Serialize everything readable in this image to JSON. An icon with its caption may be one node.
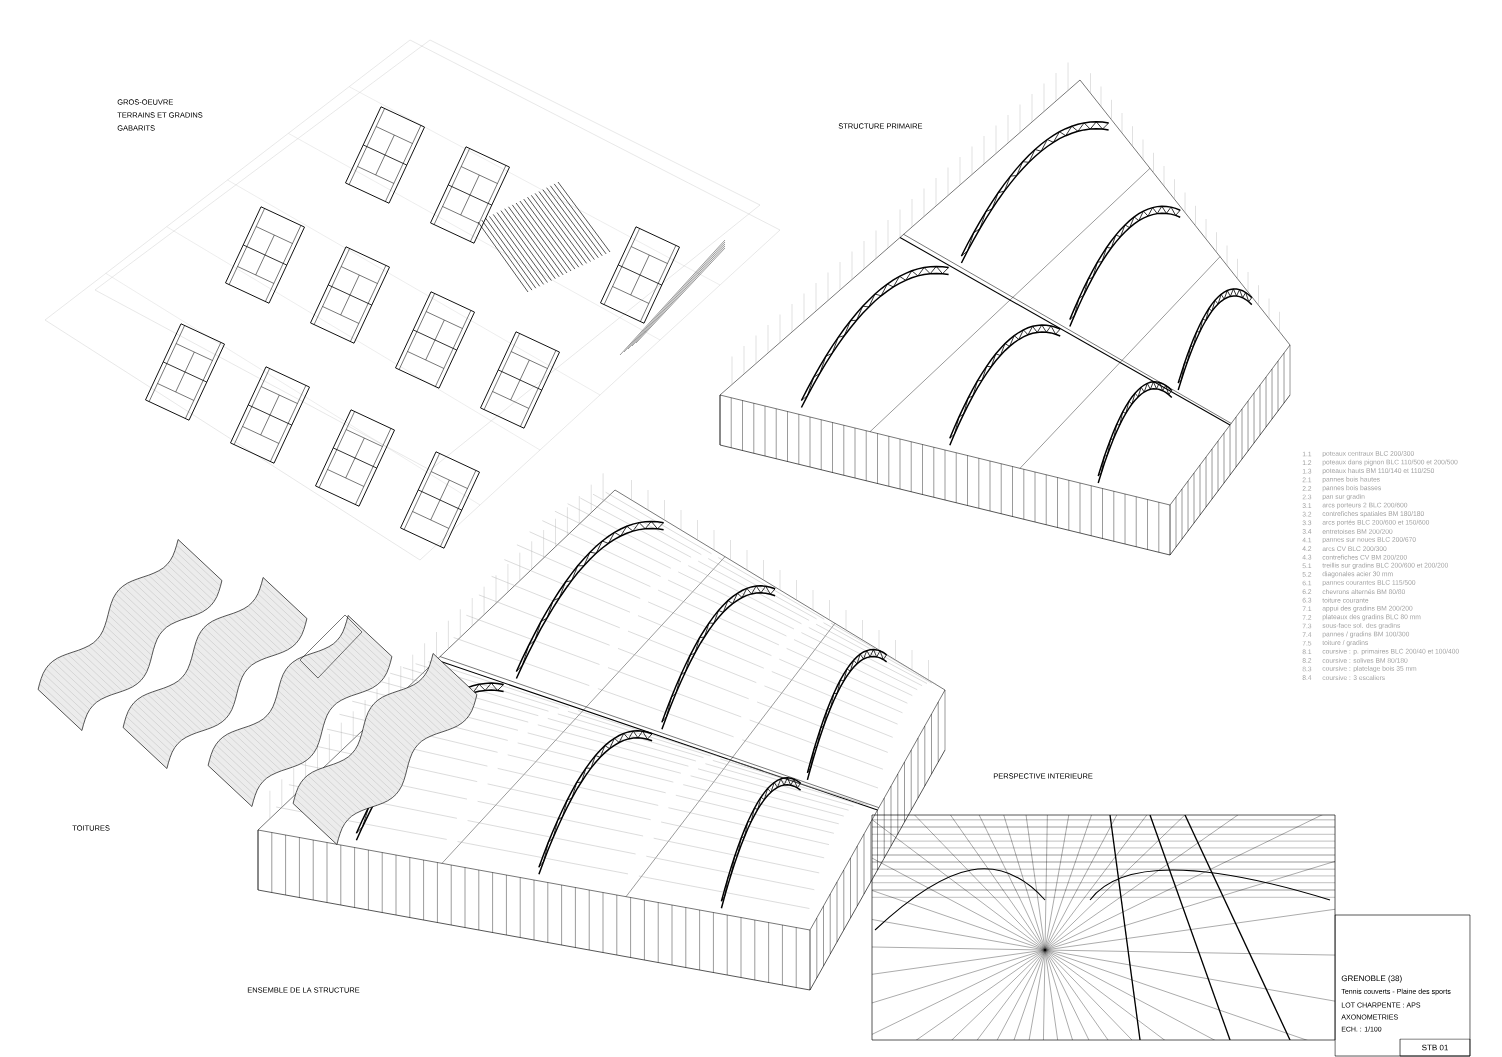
{
  "diagram": {
    "labels": [
      "GROS-OEUVRE",
      "TERRAINS ET GRADINS",
      "GABARITS",
      "STRUCTURE PRIMAIRE",
      "TOITURES",
      "ENSEMBLE DE LA STRUCTURE",
      "PERSPECTIVE INTERIEURE",
      "1.1",
      "poteaux centraux BLC 200/300",
      "1.2",
      "poteaux dans pignon BLC 110/500 et 200/500",
      "1.3",
      "poteaux hauts BM 110/140 et 110/250",
      "2.1",
      "pannes bois hautes",
      "2.2",
      "pannes bois basses",
      "2.3",
      "pan sur gradin",
      "3.1",
      "arcs porteurs 2 BLC 200/600",
      "3.2",
      "contrefiches spatiales BM 180/180",
      "3.3",
      "arcs portés BLC 200/600 et 150/600",
      "3.4",
      "entretoises BM 200/200",
      "4.1",
      "pannes sur noues BLC 200/670",
      "4.2",
      "arcs CV BLC 200/300",
      "4.3",
      "contrefiches CV BM 200/200",
      "5.1",
      "treillis sur gradins BLC 200/600 et 200/200",
      "5.2",
      "diagonales acier 30 mm",
      "6.1",
      "pannes courantes BLC 115/500",
      "6.2",
      "chevrons alternés BM 80/80",
      "6.3",
      "toiture courante",
      "7.1",
      "appui des gradins BM 200/200",
      "7.2",
      "plateaux des gradins BLC 80 mm",
      "7.3",
      "sous-face sol. des gradins",
      "7.4",
      "pannes / gradins BM 100/300",
      "7.5",
      "toiture / gradins",
      "8.1",
      "coursive : p. primaires BLC 200/40 et 100/400",
      "8.2",
      "coursive : solives BM 80/180",
      "8.3",
      "coursive : platelage bois 35 mm",
      "8.4",
      "coursive : 3 escaliers",
      "GRENOBLE (38)",
      "Tennis couverts - Plaine des sports",
      "LOT CHARPENTE : APS",
      "AXONOMETRIES",
      "ECH. : 1/100",
      "STB 01"
    ]
  }
}
